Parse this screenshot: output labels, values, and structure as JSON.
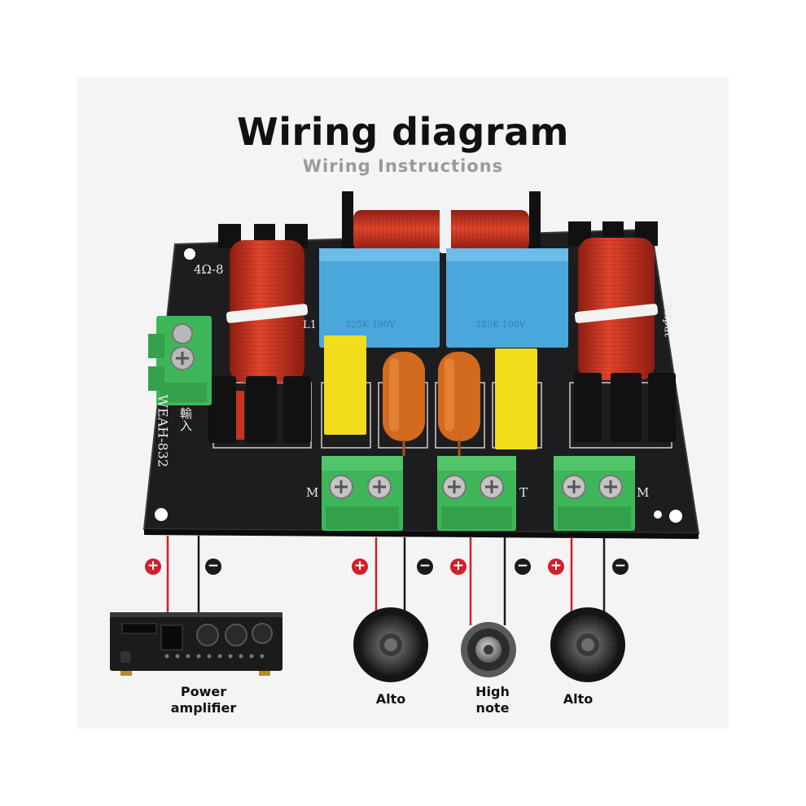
{
  "title": "Wiring diagram",
  "subtitle": "Wiring Instructions",
  "board": {
    "model_text": "WEAH-832",
    "input_text": "輸入",
    "impedance_text": "4Ω-8",
    "coil_label": "L1",
    "output_text": "Output",
    "cap_text_left": "225K 100V",
    "cap_text_right": "225K 100V",
    "terminal_letters": [
      "M",
      "T",
      "M"
    ]
  },
  "polarity": {
    "plus": "+",
    "minus": "−"
  },
  "devices": [
    {
      "name": "power-amplifier",
      "label_line1": "Power",
      "label_line2": "amplifier"
    },
    {
      "name": "speaker-alto-left",
      "label_line1": "Alto",
      "label_line2": ""
    },
    {
      "name": "speaker-high-note",
      "label_line1": "High",
      "label_line2": "note"
    },
    {
      "name": "speaker-alto-right",
      "label_line1": "Alto",
      "label_line2": ""
    }
  ],
  "colors": {
    "positive_wire": "#d0202b",
    "negative_wire": "#1a1a1a",
    "terminal": "#3fb55a",
    "coil": "#c8321f",
    "pcb": "#1d1d1f"
  }
}
